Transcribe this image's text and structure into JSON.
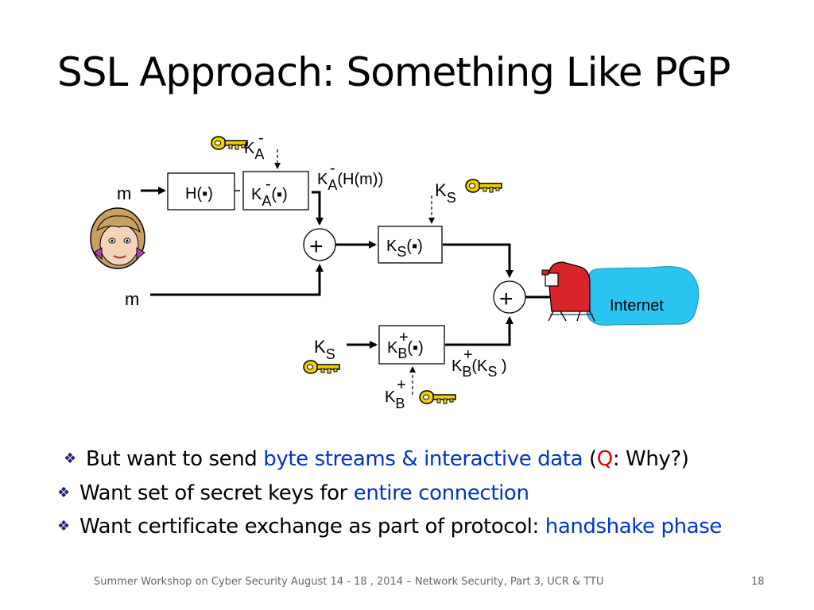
{
  "slide": {
    "title": "SSL Approach: Something Like PGP",
    "footer": "Summer Workshop on Cyber Security August 14 - 18 , 2014 – Network Security, Part 3, UCR & TTU",
    "page_number": "18"
  },
  "diagram": {
    "labels": {
      "m_top": "m",
      "m_bottom": "m",
      "hash_box": "H(▪)",
      "ka_box": "K",
      "ka_box_sub": "A",
      "ka_box_sup": "-",
      "ka_box_arg": "(▪)",
      "ka_key": "K",
      "ka_key_sub": "A",
      "ka_key_sup": "-",
      "sig_out": "K",
      "sig_out_sub": "A",
      "sig_out_sup": "-",
      "sig_out_arg": "(H(m))",
      "ks_key": "K",
      "ks_key_sub": "S",
      "ks_box": "K",
      "ks_box_sub": "S",
      "ks_box_arg": "(▪)",
      "plus_top": "+",
      "plus_right": "+",
      "internet": "Internet",
      "ks_in": "K",
      "ks_in_sub": "S",
      "kb_box": "K",
      "kb_box_sub": "B",
      "kb_box_sup": "+",
      "kb_box_arg": "(▪)",
      "kb_key": "K",
      "kb_key_sub": "B",
      "kb_key_sup": "+",
      "kb_out": "K",
      "kb_out_sub": "B",
      "kb_out_sup": "+",
      "kb_out_arg1": "(K",
      "kb_out_arg_sub": "S",
      "kb_out_arg2": " )"
    },
    "colors": {
      "cloud": "#29c5f0",
      "key": "#f2d000",
      "mailbox": "#d8242b"
    },
    "icons": [
      "alice-face-icon",
      "key-icon",
      "mailbox-icon",
      "internet-cloud-icon"
    ]
  },
  "bullets": [
    {
      "parts": [
        {
          "text": "But want to send ",
          "color": "black"
        },
        {
          "text": "byte streams & interactive data",
          "color": "blue"
        },
        {
          "text": " (",
          "color": "black"
        },
        {
          "text": "Q",
          "color": "red"
        },
        {
          "text": ": Why?)",
          "color": "black"
        }
      ]
    },
    {
      "parts": [
        {
          "text": "Want set of secret keys for ",
          "color": "black"
        },
        {
          "text": "entire connection",
          "color": "blue"
        }
      ]
    },
    {
      "parts": [
        {
          "text": "Want certificate exchange as part of protocol: ",
          "color": "black"
        },
        {
          "text": "handshake phase",
          "color": "blue"
        }
      ]
    }
  ],
  "bullet_marker": "❖"
}
